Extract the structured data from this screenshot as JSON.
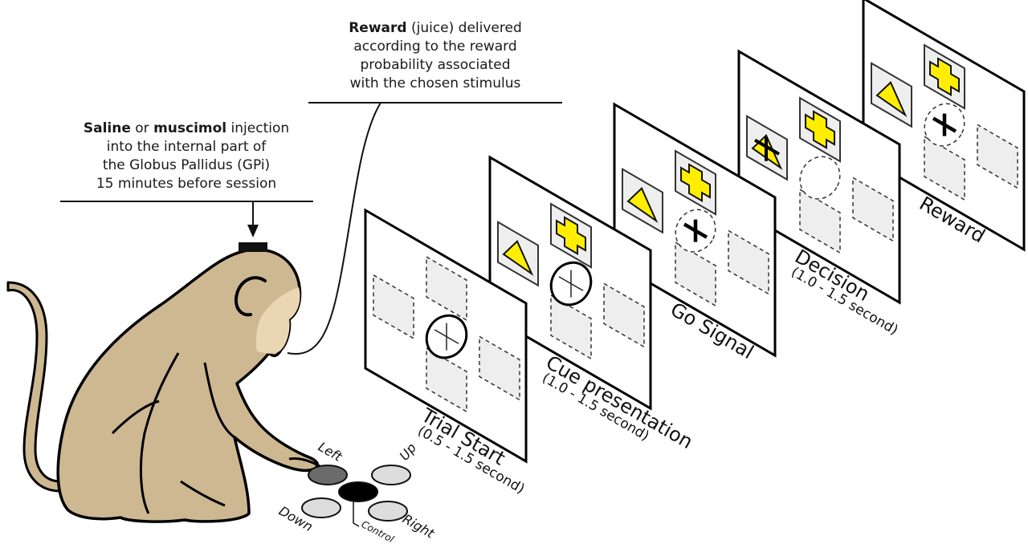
{
  "injection_note": {
    "lines": [
      [
        {
          "text": "Saline",
          "bold": true
        },
        {
          "text": " or ",
          "bold": false
        },
        {
          "text": "muscimol",
          "bold": true
        },
        {
          "text": " injection",
          "bold": false
        }
      ],
      [
        {
          "text": "into the internal part of",
          "bold": false
        }
      ],
      [
        {
          "text": "the Globus Pallidus (GPi)",
          "bold": false
        }
      ],
      [
        {
          "text": "15 minutes before session",
          "bold": false
        }
      ]
    ]
  },
  "reward_note": {
    "lines": [
      [
        {
          "text": "Reward",
          "bold": true
        },
        {
          "text": " (juice) delivered",
          "bold": false
        }
      ],
      [
        {
          "text": "according to the reward",
          "bold": false
        }
      ],
      [
        {
          "text": "probability associated",
          "bold": false
        }
      ],
      [
        {
          "text": "with the chosen stimulus",
          "bold": false
        }
      ]
    ]
  },
  "colors": {
    "fur": "#cdb892",
    "face": "#ead6b2",
    "stimulus_yellow": "#ffee00",
    "slot_fill": "#eeeeee",
    "pressed_button": "#6b6b6b",
    "idle_button": "#dddddd",
    "control_button": "#000000"
  },
  "buttons": [
    {
      "id": "left",
      "label": "Left",
      "state": "pressed"
    },
    {
      "id": "up",
      "label": "Up",
      "state": "idle"
    },
    {
      "id": "down",
      "label": "Down",
      "state": "idle"
    },
    {
      "id": "right",
      "label": "Right",
      "state": "idle"
    },
    {
      "id": "control",
      "label": "Control",
      "state": "control"
    }
  ],
  "phases": [
    {
      "title": "Trial Start",
      "duration": "(0.5 - 1.5 second)",
      "fixation": "solid-ring",
      "slots": {
        "left": "empty",
        "up": "empty",
        "right": "empty",
        "down": "empty"
      }
    },
    {
      "title": "Cue presentation",
      "duration": "(1.0 - 1.5 second)",
      "fixation": "solid-ring",
      "slots": {
        "left": "triangle",
        "up": "cross",
        "right": "empty",
        "down": "empty"
      }
    },
    {
      "title": "Go Signal",
      "duration": "",
      "fixation": "dashed-ring-bold-cross",
      "slots": {
        "left": "triangle",
        "up": "cross",
        "right": "empty",
        "down": "empty"
      }
    },
    {
      "title": "Decision",
      "duration": "(1.0 - 1.5 second)",
      "fixation": "dashed-ring-empty",
      "slots": {
        "left": "triangle-marked",
        "up": "cross",
        "right": "empty",
        "down": "empty"
      }
    },
    {
      "title": "Reward",
      "duration": "",
      "fixation": "dashed-ring-bold-cross",
      "slots": {
        "left": "triangle",
        "up": "cross",
        "right": "empty",
        "down": "empty"
      }
    }
  ]
}
